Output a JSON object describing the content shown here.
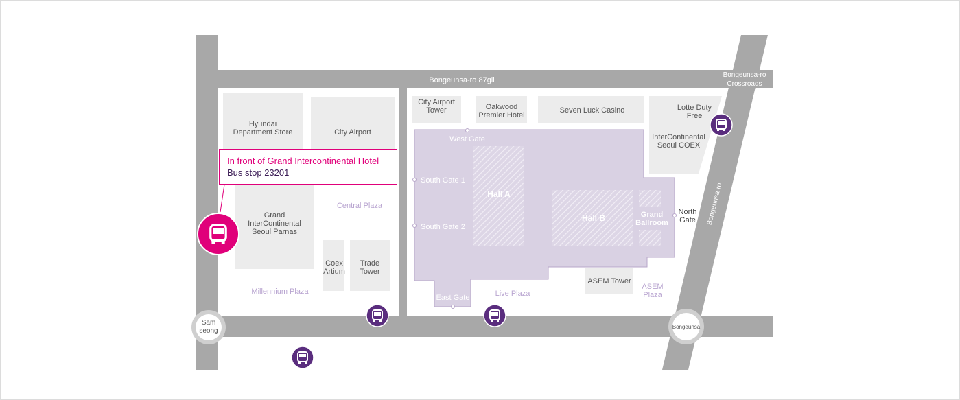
{
  "streets": {
    "top": "Bongeunsa-ro 87gil",
    "crossroads_line1": "Bongeunsa-ro",
    "crossroads_line2": "Crossroads",
    "diagonal": "Bongeunsa-ro"
  },
  "stations": {
    "samseong_line1": "Sam",
    "samseong_line2": "seong",
    "bongeunsa": "Bongeunsa"
  },
  "buildings": {
    "hyundai_line1": "Hyundai",
    "hyundai_line2": "Department Store",
    "city_airport": "City Airport",
    "grand_ic_line1": "Grand",
    "grand_ic_line2": "InterContinental",
    "grand_ic_line3": "Seoul Parnas",
    "coex_artium_line1": "Coex",
    "coex_artium_line2": "Artium",
    "trade_tower_line1": "Trade",
    "trade_tower_line2": "Tower",
    "city_airport_tower_line1": "City Airport",
    "city_airport_tower_line2": "Tower",
    "oakwood_line1": "Oakwood",
    "oakwood_line2": "Premier Hotel",
    "seven_luck": "Seven Luck Casino",
    "lotte_line1": "Lotte Duty",
    "lotte_line2": "Free",
    "ic_coex_line1": "InterContinental",
    "ic_coex_line2": "Seoul COEX",
    "asem_tower": "ASEM Tower"
  },
  "plazas": {
    "central": "Central Plaza",
    "millennium": "Millennium Plaza",
    "live": "Live Plaza",
    "asem_line1": "ASEM",
    "asem_line2": "Plaza"
  },
  "coex": {
    "west_gate": "West Gate",
    "south_gate_1": "South Gate 1",
    "south_gate_2": "South Gate 2",
    "east_gate": "East Gate",
    "hall_a": "Hall A",
    "hall_b": "Hall B",
    "ballroom_line1": "Grand",
    "ballroom_line2": "Ballroom",
    "north_gate_line1": "North",
    "north_gate_line2": "Gate"
  },
  "callout": {
    "title": "In front of Grand Intercontinental Hotel",
    "subtitle": "Bus stop 23201"
  },
  "colors": {
    "road": "#a8a8a8",
    "building": "#ececec",
    "coex": "#d9d1e3",
    "coex_border": "#b7a6c9",
    "bus_dark": "#5a2d7e",
    "bus_highlight": "#e0007a",
    "plaza_text": "#b8a4d0"
  },
  "icons": {
    "bus_stop": "bus-icon",
    "subway_station": "subway-station-icon"
  }
}
